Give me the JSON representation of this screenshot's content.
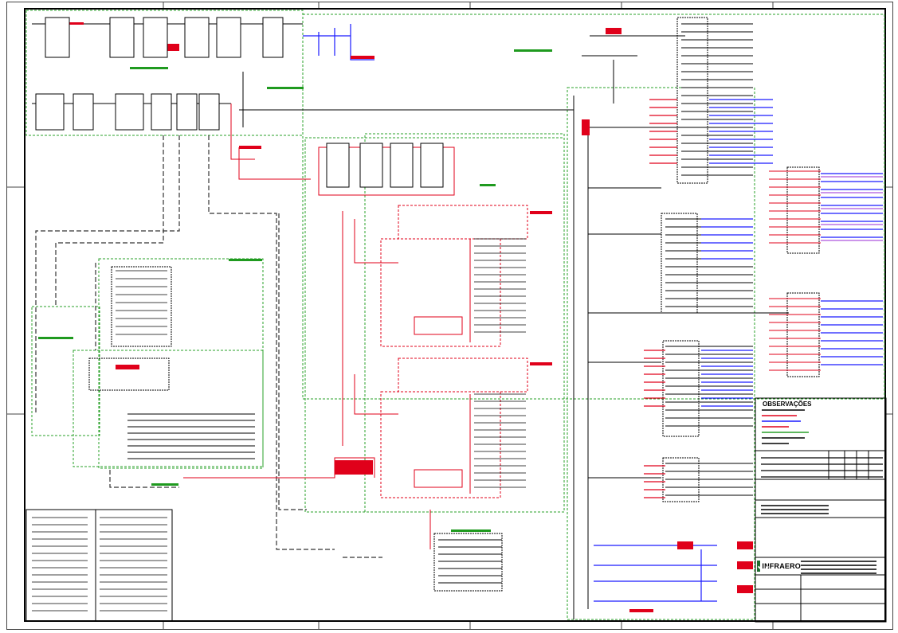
{
  "drawing": {
    "type": "electrical single-line diagram",
    "colors": {
      "line_black": "#000000",
      "line_red": "#e0001a",
      "line_blue": "#1a1aff",
      "line_purple": "#9a2bd6",
      "zone_green": "#2aa02a",
      "bar_green": "#1f9a1f",
      "label_fill_red": "#e0001a",
      "label_fill_blue": "#1a1aff",
      "label_fill_black": "#111111"
    }
  },
  "title_block": {
    "observations_title": "OBSERVAÇÕES",
    "logo_text": "INFRAERO",
    "logo_icon": "infraero-logo-icon"
  },
  "icons": {
    "transformer": "transformer-icon",
    "breaker": "breaker-icon",
    "busbar": "busbar-icon",
    "switchboard": "switchboard-icon"
  }
}
